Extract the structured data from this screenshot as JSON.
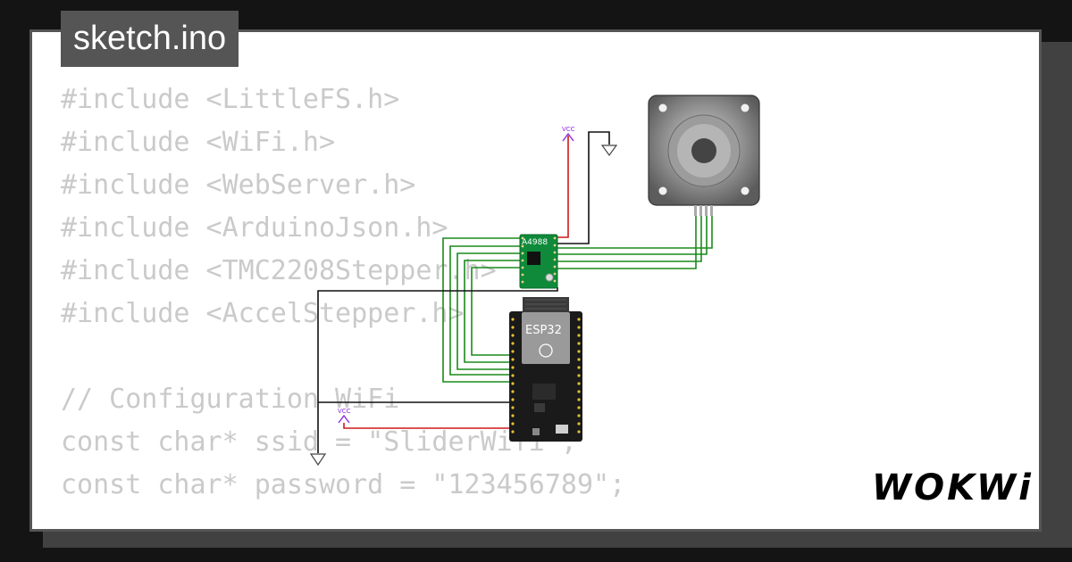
{
  "tab": {
    "filename": "sketch.ino"
  },
  "code": {
    "lines": [
      "#include <LittleFS.h>",
      "#include <WiFi.h>",
      "#include <WebServer.h>",
      "#include <ArduinoJson.h>",
      "#include <TMC2208Stepper.h>",
      "#include <AccelStepper.h>",
      "",
      "// Configuration WiFi",
      "const char* ssid = \"SliderWifi\";",
      "const char* password = \"123456789\";"
    ]
  },
  "circuit": {
    "driver_label": "A4988",
    "mcu_label": "ESP32",
    "vcc_label_top": "VCC",
    "vcc_label_bottom": "VCC",
    "wire_colors": {
      "signal": "#1a8a1a",
      "power": "#d01818",
      "ground": "#111111"
    }
  },
  "brand": {
    "logo_text": "WOKWi"
  }
}
